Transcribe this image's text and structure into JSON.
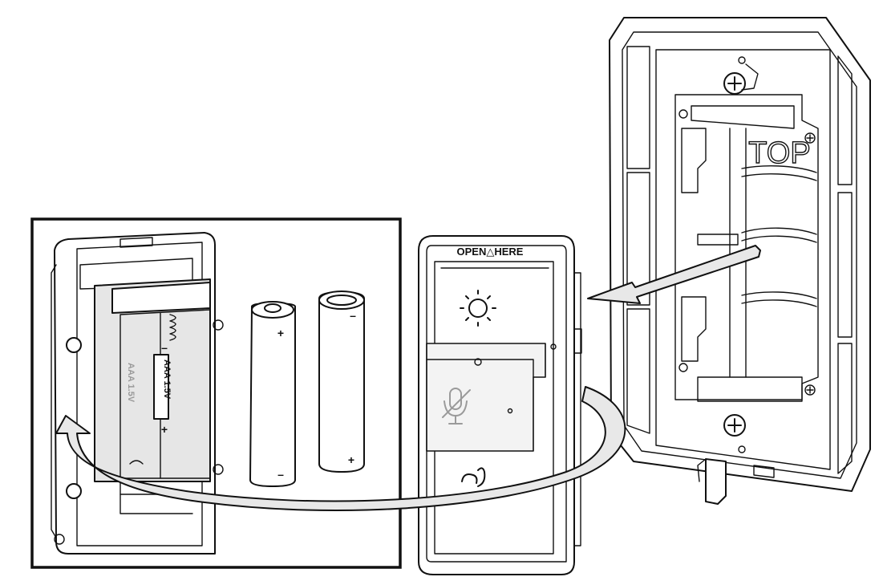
{
  "labels": {
    "open_here": "OPEN△HERE",
    "top": "TOP",
    "battery_type": "AAA 1.5V",
    "battery_minus": "–",
    "battery_plus": "+"
  },
  "batteries": [
    {
      "top_terminal": "+",
      "bottom_terminal": "–"
    },
    {
      "top_terminal": "–",
      "bottom_terminal": "+"
    }
  ],
  "icons": {
    "brightness": "sun-icon",
    "mute": "microphone-off-icon",
    "logo": "brand-logo-icon"
  },
  "colors": {
    "line": "#111111",
    "arrow_fill": "#e8e8e8",
    "panel_fill": "#ebebeb",
    "background": "#ffffff"
  }
}
